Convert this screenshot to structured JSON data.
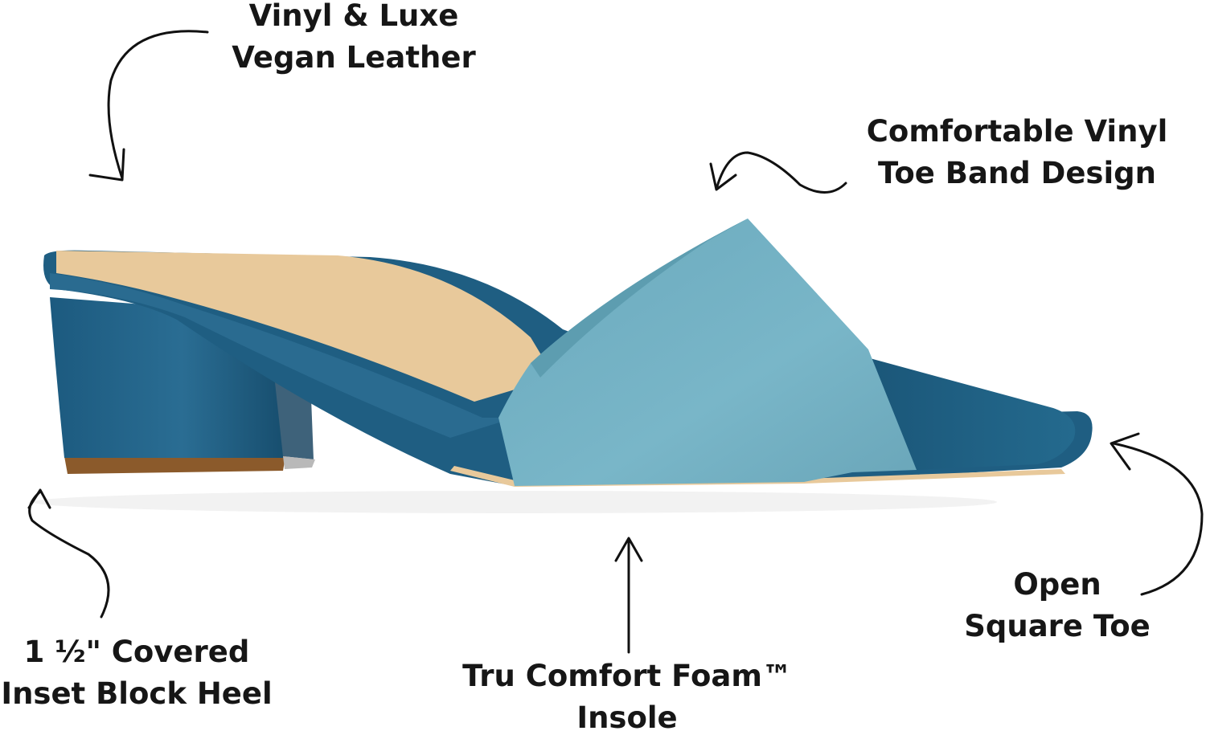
{
  "callouts": {
    "material": {
      "line1": "Vinyl & Luxe",
      "line2": "Vegan Leather"
    },
    "toe_band": {
      "line1": "Comfortable Vinyl",
      "line2": "Toe Band Design"
    },
    "heel": {
      "line1": "1  ½\" Covered",
      "line2": "Inset Block Heel"
    },
    "insole": {
      "line1": "Tru Comfort Foam™",
      "line2": "Insole"
    },
    "toe": {
      "line1": "Open",
      "line2": "Square Toe"
    }
  },
  "colors": {
    "band": "#72b0c3",
    "band_shadow": "#5d9db0",
    "navy": "#1f5e82",
    "navy_dark": "#15486a",
    "sole": "#e8c99b",
    "outsole": "#8b5a2b"
  },
  "icons": [
    "arrow-icon"
  ]
}
